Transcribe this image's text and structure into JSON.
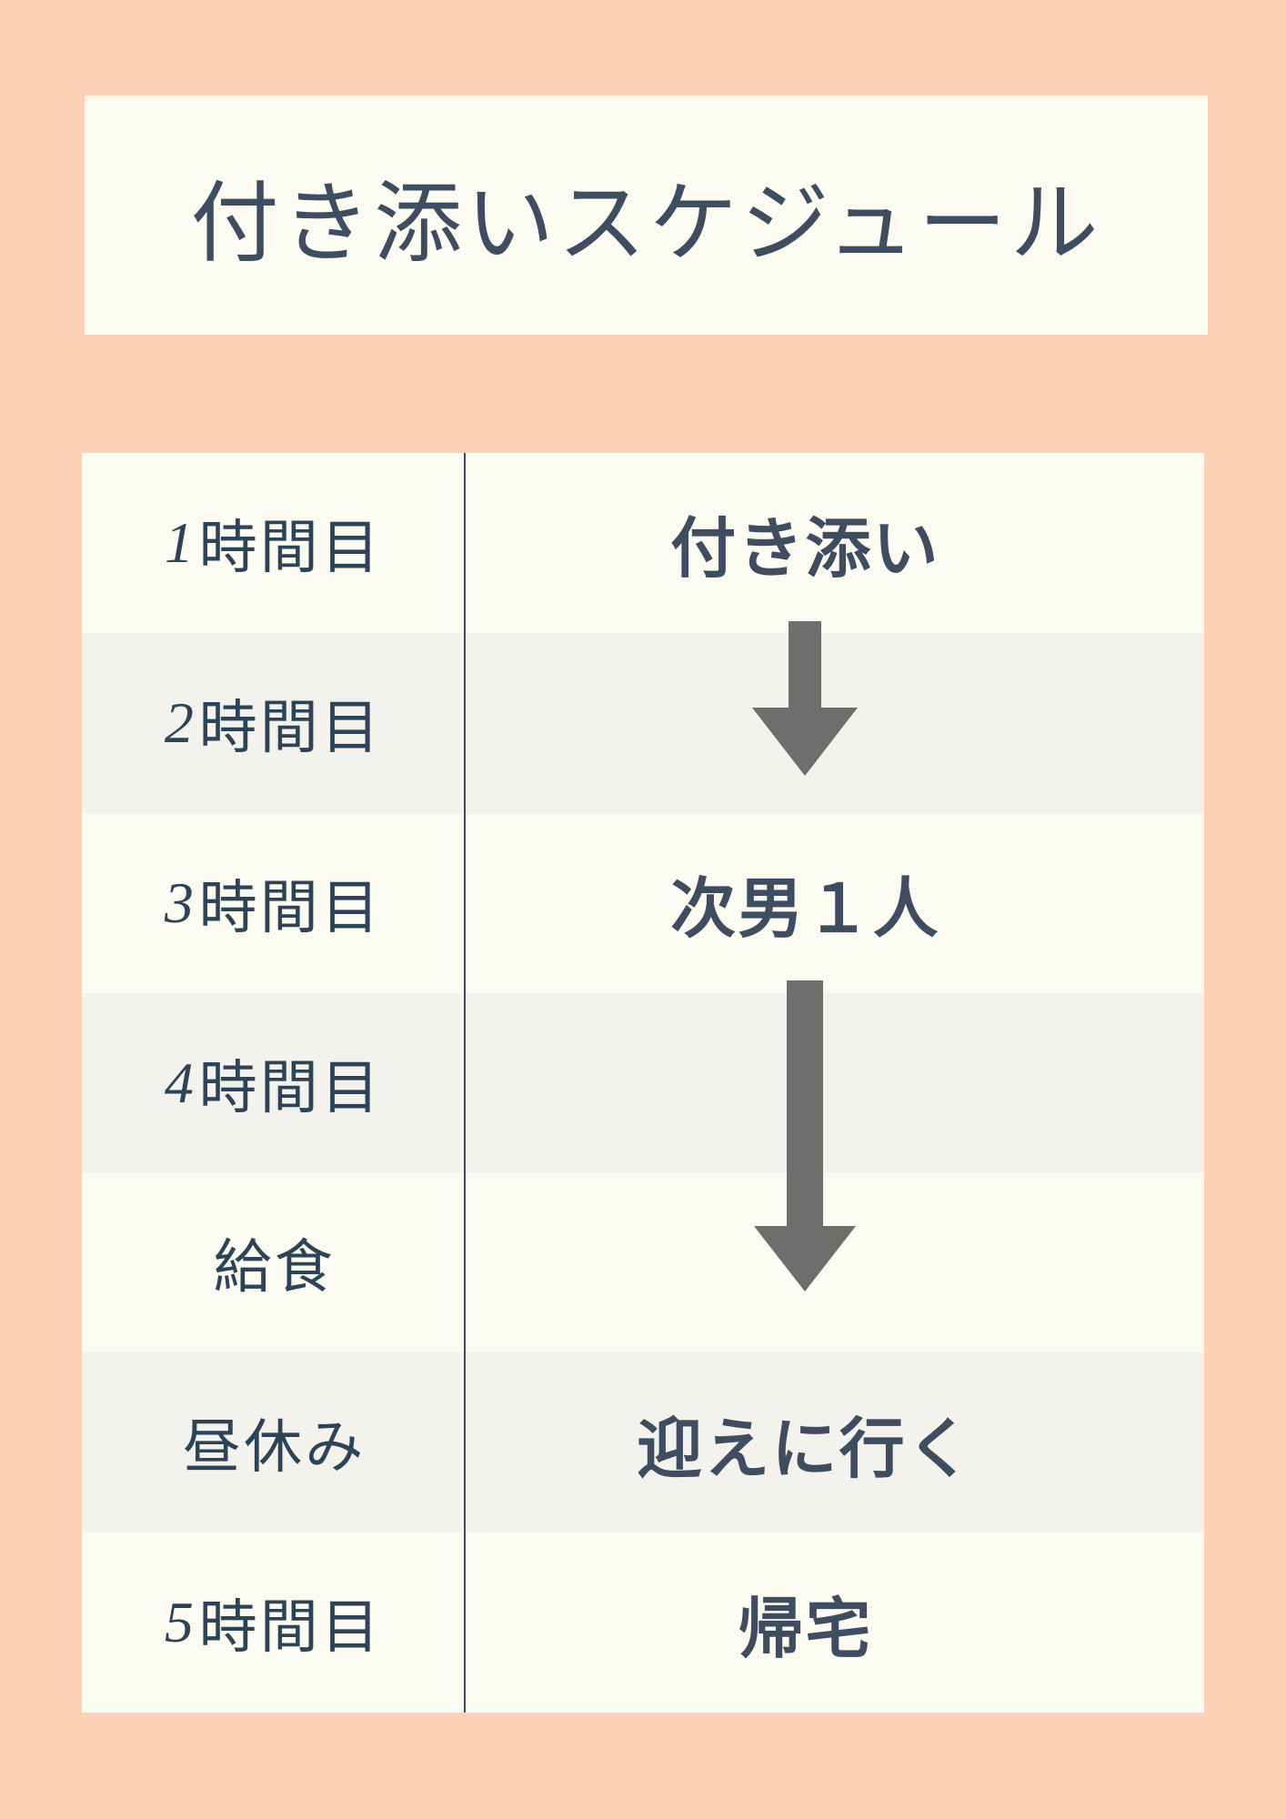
{
  "colors": {
    "page-bg": "#FCD1B6",
    "panel-bg": "#FCFBF1",
    "row-alt-bg": "#F3F2EC",
    "ink": "#3E4D60",
    "ink-serif": "#2C4358",
    "arrow": "#6F6E6C",
    "divider": "#3F4C59"
  },
  "header": {
    "title": "付き添いスケジュール"
  },
  "table": {
    "rows": [
      {
        "num": "1",
        "label": "時間目",
        "activity": "付き添い"
      },
      {
        "num": "2",
        "label": "時間目",
        "activity": ""
      },
      {
        "num": "3",
        "label": "時間目",
        "activity": "次男１人"
      },
      {
        "num": "4",
        "label": "時間目",
        "activity": ""
      },
      {
        "num": "",
        "label": "給食",
        "activity": ""
      },
      {
        "num": "",
        "label": "昼休み",
        "activity": "迎えに行く"
      },
      {
        "num": "5",
        "label": "時間目",
        "activity": "帰宅"
      }
    ],
    "arrows": [
      {
        "name": "down-arrow-accompany-to-alone"
      },
      {
        "name": "down-arrow-alone-to-pickup"
      }
    ]
  }
}
